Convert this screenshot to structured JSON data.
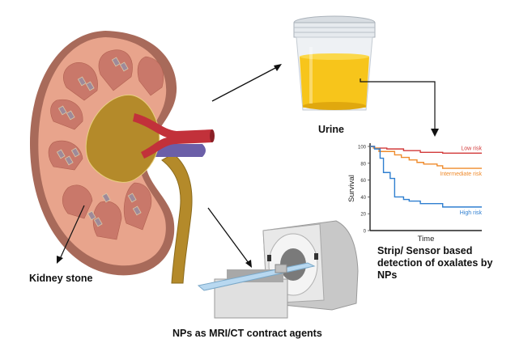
{
  "labels": {
    "kidney_stone": "Kidney stone",
    "urine": "Urine",
    "strip_sensor": [
      "Strip/ Sensor based",
      "detection of oxalates by",
      "NPs"
    ],
    "mri": "NPs as MRI/CT contract agents"
  },
  "colors": {
    "low_risk": "#d23a3a",
    "intermediate_risk": "#ef8b2c",
    "high_risk": "#2f7fd0",
    "urine": "#f7c51b",
    "kidney_cortex": "#e8a48c",
    "pelvis": "#b48a2a",
    "artery": "#c2313a",
    "vein": "#6b5fa8"
  },
  "chart_data": {
    "type": "line",
    "title": "",
    "xlabel": "Time",
    "ylabel": "Survival",
    "ylim": [
      0,
      100
    ],
    "xlim": [
      0,
      100
    ],
    "yticks": [
      0,
      20,
      40,
      60,
      80,
      100
    ],
    "grid": false,
    "series": [
      {
        "name": "Low risk",
        "label": "Low risk",
        "color": "#d23a3a",
        "x": [
          0,
          4,
          15,
          30,
          45,
          65,
          100
        ],
        "y": [
          100,
          98,
          97,
          95,
          93,
          92,
          92
        ]
      },
      {
        "name": "Intermediate risk",
        "label": "Intermediate risk",
        "color": "#ef8b2c",
        "x": [
          0,
          3,
          8,
          22,
          28,
          35,
          42,
          48,
          60,
          65,
          100
        ],
        "y": [
          100,
          98,
          94,
          90,
          87,
          84,
          81,
          79,
          77,
          74,
          74
        ]
      },
      {
        "name": "High risk",
        "label": "High risk",
        "color": "#2f7fd0",
        "x": [
          0,
          4,
          9,
          12,
          18,
          22,
          30,
          35,
          45,
          65,
          100
        ],
        "y": [
          100,
          97,
          86,
          69,
          62,
          40,
          37,
          35,
          32,
          28,
          28
        ]
      }
    ]
  }
}
